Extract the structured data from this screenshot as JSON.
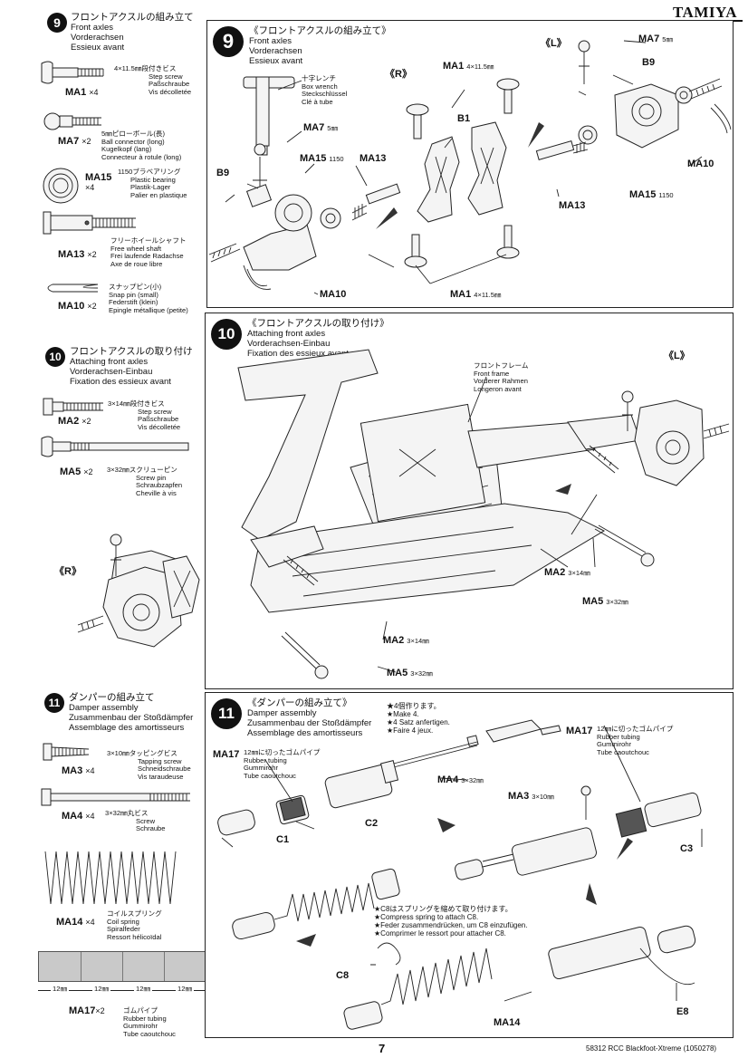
{
  "header": {
    "brand": "TAMIYA"
  },
  "steps": {
    "s9": {
      "num": "9",
      "jp": "フロントアクスルの組み立て",
      "en": "Front axles",
      "de": "Vorderachsen",
      "fr": "Essieux avant"
    },
    "s9p": {
      "jp": "《フロントアクスルの組み立て》",
      "en": "Front axles",
      "de": "Vorderachsen",
      "fr": "Essieux avant"
    },
    "s10": {
      "num": "10",
      "jp": "フロントアクスルの取り付け",
      "en": "Attaching front axles",
      "de": "Vorderachsen-Einbau",
      "fr": "Fixation des essieux avant"
    },
    "s10p": {
      "jp": "《フロントアクスルの取り付け》",
      "en": "Attaching front axles",
      "de": "Vorderachsen-Einbau",
      "fr": "Fixation des essieux avant"
    },
    "s11": {
      "num": "11",
      "jp": "ダンパーの組み立て",
      "en": "Damper assembly",
      "de": "Zusammenbau der Stoßdämpfer",
      "fr": "Assemblage des amortisseurs"
    },
    "s11p": {
      "jp": "《ダンパーの組み立て》",
      "en": "Damper assembly",
      "de": "Zusammenbau der Stoßdämpfer",
      "fr": "Assemblage des amortisseurs"
    }
  },
  "parts": {
    "ma1": {
      "code": "MA1",
      "qty": "×4",
      "jp": "4×11.5㎜段付きビス",
      "en": "Step screw",
      "de": "Paßschraube",
      "fr": "Vis décolletée"
    },
    "ma7": {
      "code": "MA7",
      "qty": "×2",
      "jp": "5㎜ピローボール(長)",
      "en": "Ball connector (long)",
      "de": "Kugelkopf (lang)",
      "fr": "Connecteur à rotule (long)"
    },
    "ma15": {
      "code": "MA15",
      "qty": "×4",
      "jp": "1150ブラベアリング",
      "en": "Plastic bearing",
      "de": "Plastik-Lager",
      "fr": "Palier en plastique"
    },
    "ma13": {
      "code": "MA13",
      "qty": "×2",
      "jp": "フリーホイールシャフト",
      "en": "Free wheel shaft",
      "de": "Frei laufende Radachse",
      "fr": "Axe de roue libre"
    },
    "ma10": {
      "code": "MA10",
      "qty": "×2",
      "jp": "スナップピン(小)",
      "en": "Snap pin (small)",
      "de": "Federstift (klein)",
      "fr": "Epingle métallique (petite)"
    },
    "ma2": {
      "code": "MA2",
      "qty": "×2",
      "jp": "3×14㎜段付きビス",
      "en": "Step screw",
      "de": "Paßschraube",
      "fr": "Vis décolletée"
    },
    "ma5": {
      "code": "MA5",
      "qty": "×2",
      "jp": "3×32㎜スクリューピン",
      "en": "Screw pin",
      "de": "Schraubzapfen",
      "fr": "Cheville à vis"
    },
    "ma3": {
      "code": "MA3",
      "qty": "×4",
      "jp": "3×10㎜タッピングビス",
      "en": "Tapping screw",
      "de": "Schneidschraube",
      "fr": "Vis taraudeuse"
    },
    "ma4": {
      "code": "MA4",
      "qty": "×4",
      "jp": "3×32㎜丸ビス",
      "en": "Screw",
      "de": "Schraube",
      "fr": "Vis"
    },
    "ma14": {
      "code": "MA14",
      "qty": "×4",
      "jp": "コイルスプリング",
      "en": "Coil spring",
      "de": "Spiralfeder",
      "fr": "Ressort hélicoïdal"
    },
    "ma17": {
      "code": "MA17",
      "qty": "×2",
      "jp": "ゴムパイプ",
      "en": "Rubber tubing",
      "de": "Gummirohr",
      "fr": "Tube caoutchouc"
    }
  },
  "panel9": {
    "left_side": "《L》",
    "right_side": "《R》",
    "box_wrench": {
      "jp": "十字レンチ",
      "en": "Box wrench",
      "de": "Steckschlüssel",
      "fr": "Clé à tube"
    },
    "ma7": "MA7",
    "ma7_size": "5㎜",
    "ma15": "MA15",
    "ma15_size": "1150",
    "ma13": "MA13",
    "ma10": "MA10",
    "ma1": "MA1",
    "ma1_size": "4×11.5㎜",
    "b1": "B1",
    "b9": "B9"
  },
  "panel10": {
    "left_side": "《L》",
    "right_side": "《R》",
    "frame": {
      "jp": "フロントフレーム",
      "en": "Front frame",
      "de": "Vorderer Rahmen",
      "fr": "Longeron avant"
    },
    "ma2": "MA2",
    "ma2_size": "3×14㎜",
    "ma5": "MA5",
    "ma5_size": "3×32㎜"
  },
  "panel11": {
    "make4": {
      "jp": "★4個作ります。",
      "en": "★Make 4.",
      "de": "★4 Satz anfertigen.",
      "fr": "★Faire 4 jeux."
    },
    "ma17_tube": {
      "code": "MA17",
      "jp": "12㎜に切ったゴムパイプ",
      "en": "Rubber tubing",
      "de": "Gummirohr",
      "fr": "Tube caoutchouc"
    },
    "ma4": "MA4",
    "ma4_size": "3×32㎜",
    "ma3": "MA3",
    "ma3_size": "3×10㎜",
    "c1": "C1",
    "c2": "C2",
    "c3": "C3",
    "c8": "C8",
    "e8": "E8",
    "ma14": "MA14",
    "c8_note": {
      "jp": "★C8はスプリングを縮めて取り付けます。",
      "en": "★Compress spring to attach C8.",
      "de": "★Feder zusammendrücken, um C8 einzufügen.",
      "fr": "★Comprimer le ressort pour attacher C8."
    }
  },
  "tubing_guide": {
    "segments": [
      "12㎜",
      "12㎜",
      "12㎜",
      "12㎜"
    ]
  },
  "footer": {
    "page": "7",
    "code": "58312 RCC Blackfoot-Xtreme (1050278)"
  }
}
